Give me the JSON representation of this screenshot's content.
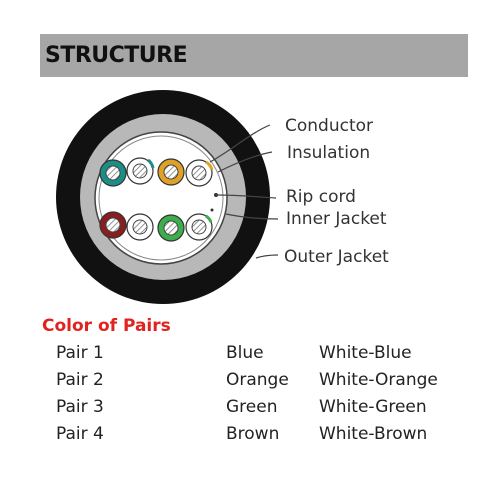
{
  "header": {
    "title": "STRUCTURE"
  },
  "diagram": {
    "labels": {
      "conductor": "Conductor",
      "insulation": "Insulation",
      "rip_cord": "Rip cord",
      "inner_jacket": "Inner Jacket",
      "outer_jacket": "Outer Jacket"
    },
    "colors": {
      "outer_jacket": "#111111",
      "inner_jacket": "#b8b8b8",
      "blue": "#1a8f86",
      "orange": "#e0a226",
      "green": "#3cae4c",
      "brown": "#8a1e1e",
      "white": "#ffffff"
    }
  },
  "pairs": {
    "title": "Color of Pairs",
    "rows": [
      {
        "pair": "Pair 1",
        "main": "Blue",
        "stripe": "White-Blue"
      },
      {
        "pair": "Pair 2",
        "main": "Orange",
        "stripe": "White-Orange"
      },
      {
        "pair": "Pair 3",
        "main": "Green",
        "stripe": "White-Green"
      },
      {
        "pair": "Pair 4",
        "main": "Brown",
        "stripe": "White-Brown"
      }
    ]
  }
}
